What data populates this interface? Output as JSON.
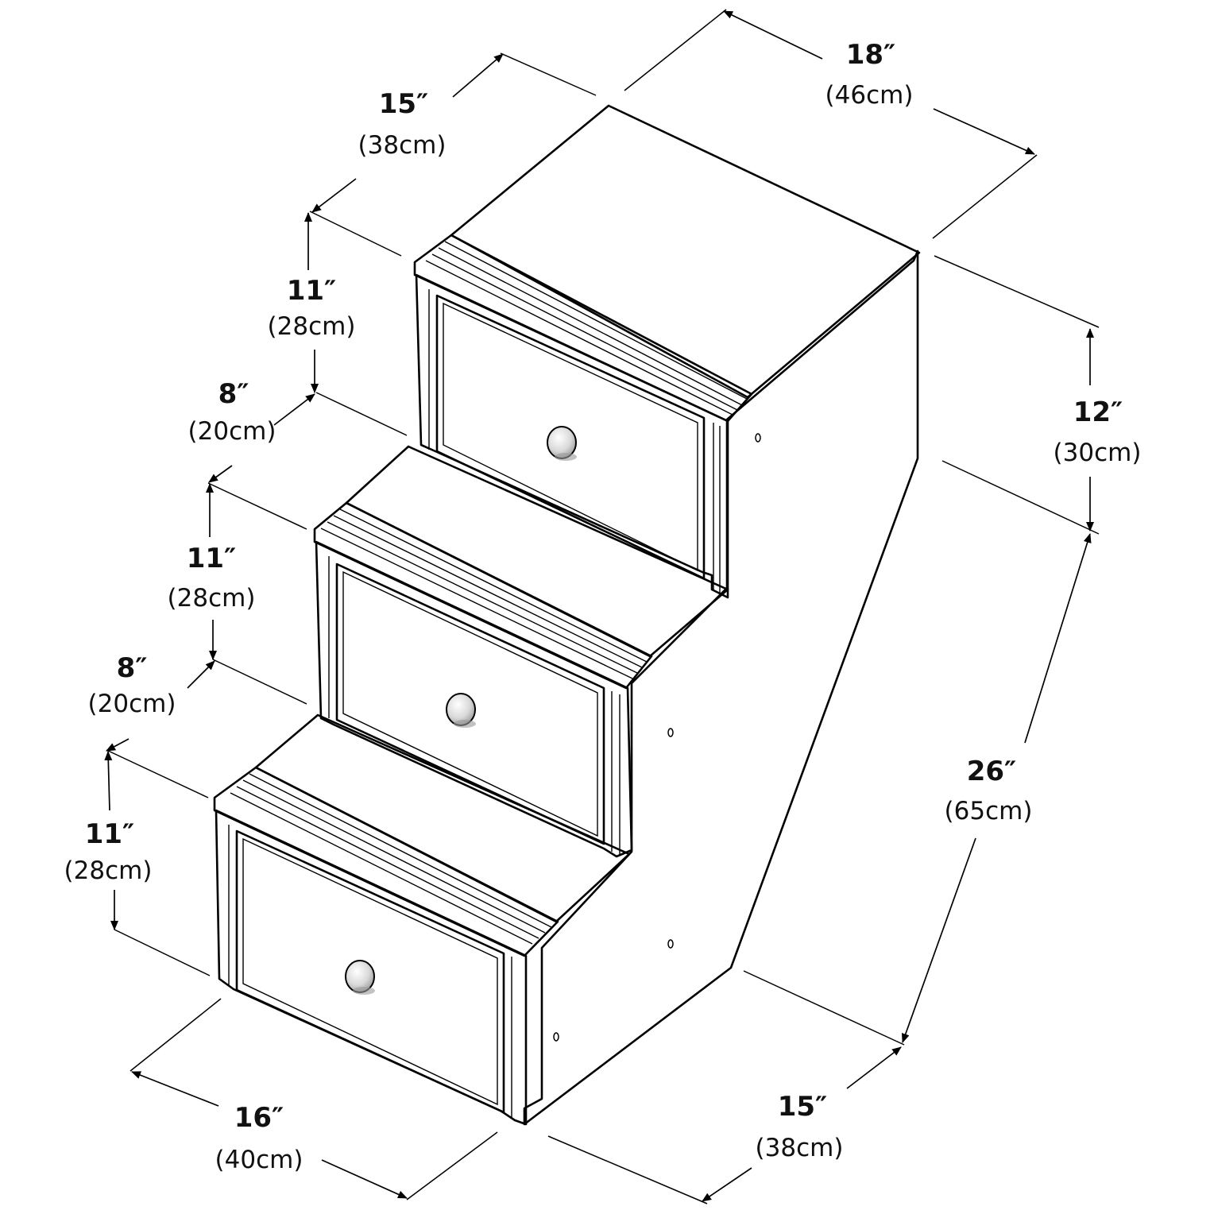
{
  "colors": {
    "background": "#ffffff",
    "line": "#000000",
    "side_panel": "#c4c4c4",
    "tread": "#ebebeb",
    "riser": "#dcdcdc",
    "drawer": "#e6e6e6",
    "knob": "#d9d9d9"
  },
  "dimensions": {
    "top_depth": {
      "imperial": "18″",
      "metric": "(46cm)"
    },
    "top_width": {
      "imperial": "15″",
      "metric": "(38cm)"
    },
    "step3_height": {
      "imperial": "11″",
      "metric": "(28cm)"
    },
    "step2_depth": {
      "imperial": "8″",
      "metric": "(20cm)"
    },
    "step2_height": {
      "imperial": "11″",
      "metric": "(28cm)"
    },
    "step1_depth": {
      "imperial": "8″",
      "metric": "(20cm)"
    },
    "step1_height": {
      "imperial": "11″",
      "metric": "(28cm)"
    },
    "side_top_height": {
      "imperial": "12″",
      "metric": "(30cm)"
    },
    "total_height": {
      "imperial": "26″",
      "metric": "(65cm)"
    },
    "front_width": {
      "imperial": "16″",
      "metric": "(40cm)"
    },
    "bottom_depth": {
      "imperial": "15″",
      "metric": "(38cm)"
    }
  },
  "drawers": [
    {
      "label": "top-drawer"
    },
    {
      "label": "middle-drawer"
    },
    {
      "label": "bottom-drawer"
    }
  ]
}
